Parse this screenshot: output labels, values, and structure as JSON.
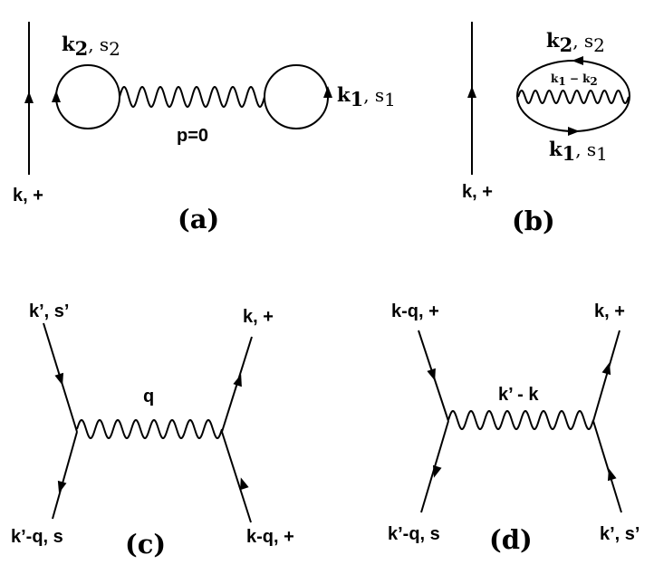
{
  "panels": {
    "a": {
      "caption": "(a)",
      "ext_label": "k, +",
      "loop2_k": "k",
      "loop2_sub": "2",
      "loop2_spin": ", s",
      "loop2_spin_sub": "2",
      "loop1_k": "k",
      "loop1_sub": "1",
      "loop1_spin": ", s",
      "loop1_spin_sub": "1",
      "momentum": "p=0"
    },
    "b": {
      "caption": "(b)",
      "ext_label": "k, +",
      "top_k": "k",
      "top_sub": "2",
      "top_spin": ", s",
      "top_spin_sub": "2",
      "bottom_k": "k",
      "bottom_sub": "1",
      "bottom_spin": ", s",
      "bottom_spin_sub": "1",
      "inner_k1": "k",
      "inner_sub1": "1",
      "inner_minus": " − k",
      "inner_sub2": "2"
    },
    "c": {
      "caption": "(c)",
      "top_left": "k’, s’",
      "top_right": "k, +",
      "bottom_left": "k’-q, s",
      "bottom_right": "k-q, +",
      "momentum": "q"
    },
    "d": {
      "caption": "(d)",
      "top_left": "k-q, +",
      "top_right": "k, +",
      "bottom_left": "k’-q, s",
      "bottom_right": "k’, s’",
      "momentum": "k’ - k"
    }
  }
}
